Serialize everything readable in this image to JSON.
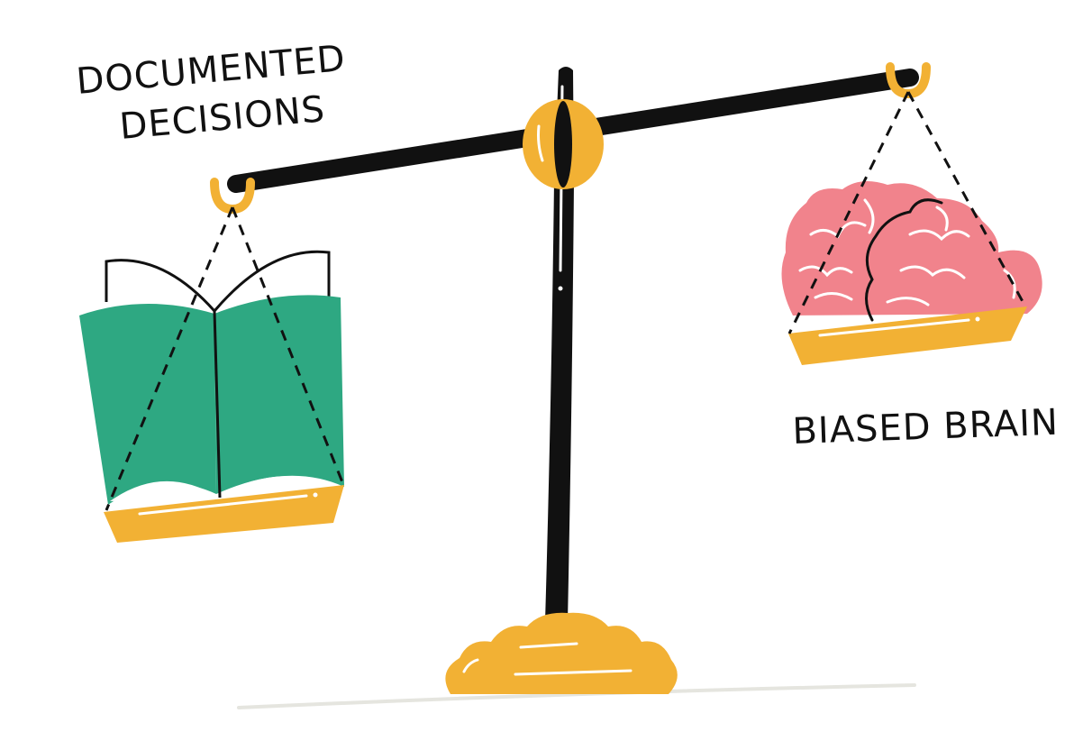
{
  "labels": {
    "left_line1": "DOCUMENTED",
    "left_line2": "DECISIONS",
    "right": "BIASED BRAIN"
  },
  "colors": {
    "ink": "#111111",
    "gold": "#F2B134",
    "book": "#2EA882",
    "brain": "#F1838C",
    "ground": "#E5E5DF",
    "white": "#FFFFFF"
  },
  "icons": [
    "balance-scale-icon",
    "book-icon",
    "brain-icon"
  ]
}
